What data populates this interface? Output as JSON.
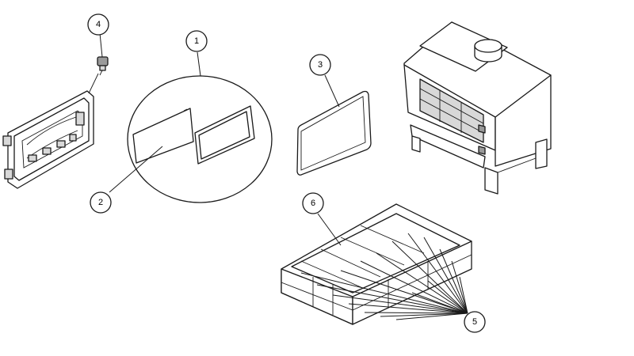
{
  "callouts": [
    {
      "id": "c1",
      "label": "1"
    },
    {
      "id": "c2",
      "label": "2"
    },
    {
      "id": "c3",
      "label": "3"
    },
    {
      "id": "c4",
      "label": "4"
    },
    {
      "id": "c5",
      "label": "5"
    },
    {
      "id": "c6",
      "label": "6"
    }
  ],
  "parts": [
    {
      "name": "door-assembly"
    },
    {
      "name": "door-handle-knob"
    },
    {
      "name": "glass-assembly"
    },
    {
      "name": "glass-panel"
    },
    {
      "name": "gasket-frame"
    },
    {
      "name": "door-gasket"
    },
    {
      "name": "stove-body"
    },
    {
      "name": "firebrick-liner"
    }
  ]
}
